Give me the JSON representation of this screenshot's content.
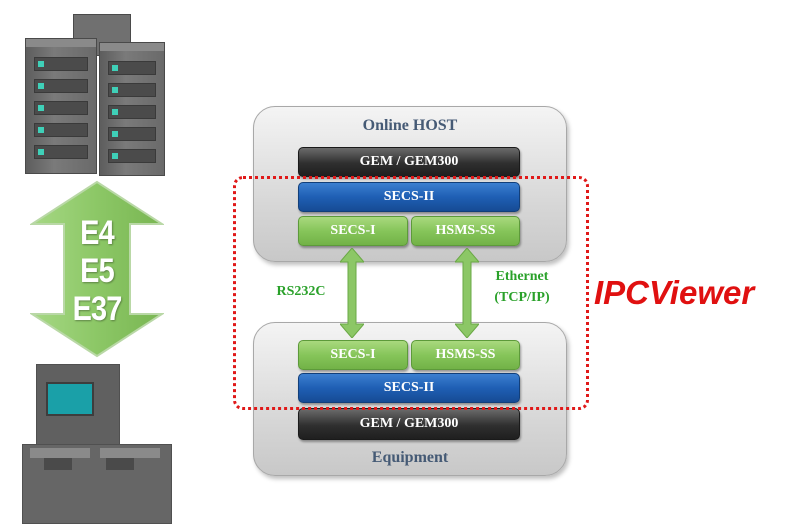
{
  "arrow": {
    "lines": [
      "E4",
      "E5",
      "E37"
    ],
    "color": "#8cc766"
  },
  "host": {
    "title": "Online HOST",
    "gem": "GEM / GEM300",
    "secs2": "SECS-II",
    "secs1": "SECS-I",
    "hsms": "HSMS-SS"
  },
  "equipment": {
    "title": "Equipment",
    "gem": "GEM / GEM300",
    "secs2": "SECS-II",
    "secs1": "SECS-I",
    "hsms": "HSMS-SS"
  },
  "connections": {
    "rs232c": "RS232C",
    "ethernet_line1": "Ethernet",
    "ethernet_line2": "(TCP/IP)"
  },
  "brand": "IPCViewer",
  "colors": {
    "accent_red": "#e01010",
    "panel_title": "#455a75",
    "green_text": "#2aa12a",
    "secs_blue": "#1f5fb4",
    "gem_dark": "#2f2f2f"
  },
  "icons": [
    "server-icon",
    "equipment-icon",
    "double-arrow-icon"
  ]
}
